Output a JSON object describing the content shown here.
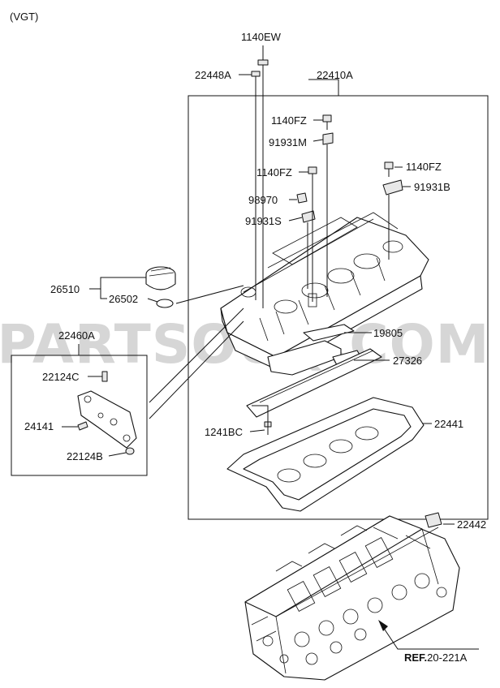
{
  "variant_label": "(VGT)",
  "watermark": "PARTSOUQ.COM",
  "parts": {
    "p1140EW": "1140EW",
    "p22448A": "22448A",
    "p22410A": "22410A",
    "p1140FZ_a": "1140FZ",
    "p91931M": "91931M",
    "p1140FZ_b": "1140FZ",
    "p1140FZ_c": "1140FZ",
    "p91931B": "91931B",
    "p98970": "98970",
    "p91931S": "91931S",
    "p26510": "26510",
    "p26502": "26502",
    "p22460A": "22460A",
    "p19805": "19805",
    "p22124C": "22124C",
    "p27326": "27326",
    "p24141": "24141",
    "p22441": "22441",
    "p1241BC": "1241BC",
    "p22124B": "22124B",
    "p22442": "22442"
  },
  "reference": {
    "prefix": "REF.",
    "code": "20-221A"
  }
}
